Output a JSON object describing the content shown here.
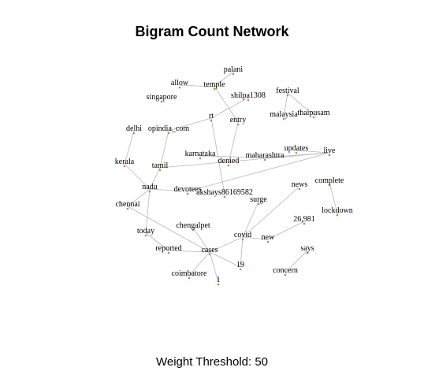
{
  "title": "Bigram Count Network",
  "caption": "Weight Threshold: 50",
  "colors": {
    "edge": "#b8b8b8",
    "node": "#e08020",
    "text": "#000000"
  },
  "nodes": [
    {
      "id": "palani",
      "label": "palani"
    },
    {
      "id": "allow",
      "label": "allow"
    },
    {
      "id": "temple",
      "label": "temple"
    },
    {
      "id": "festival",
      "label": "festival"
    },
    {
      "id": "singapore",
      "label": "singapore"
    },
    {
      "id": "shilpa1308",
      "label": "shilpa1308"
    },
    {
      "id": "malaysia",
      "label": "malaysia"
    },
    {
      "id": "thaipusam",
      "label": "thaipusam"
    },
    {
      "id": "rt",
      "label": "rt"
    },
    {
      "id": "entry",
      "label": "entry"
    },
    {
      "id": "delhi",
      "label": "delhi"
    },
    {
      "id": "opindia_com",
      "label": "opindia_com"
    },
    {
      "id": "updates",
      "label": "updates"
    },
    {
      "id": "live",
      "label": "live"
    },
    {
      "id": "karnataka",
      "label": "karnataka"
    },
    {
      "id": "maharashtra",
      "label": "maharashtra"
    },
    {
      "id": "kerala",
      "label": "kerala"
    },
    {
      "id": "denied",
      "label": "denied"
    },
    {
      "id": "tamil",
      "label": "tamil"
    },
    {
      "id": "complete",
      "label": "complete"
    },
    {
      "id": "nadu",
      "label": "nadu"
    },
    {
      "id": "news",
      "label": "news"
    },
    {
      "id": "devotees",
      "label": "devotees"
    },
    {
      "id": "akshays86169582",
      "label": "akshays86169582"
    },
    {
      "id": "chennai",
      "label": "chennai"
    },
    {
      "id": "surge",
      "label": "surge"
    },
    {
      "id": "lockdown",
      "label": "lockdown"
    },
    {
      "id": "26_981",
      "label": "26,981"
    },
    {
      "id": "chengalpet",
      "label": "chengalpet"
    },
    {
      "id": "today",
      "label": "today"
    },
    {
      "id": "covid",
      "label": "covid"
    },
    {
      "id": "new",
      "label": "new"
    },
    {
      "id": "says",
      "label": "says"
    },
    {
      "id": "reported",
      "label": "reported"
    },
    {
      "id": "cases",
      "label": "cases"
    },
    {
      "id": "19",
      "label": "19"
    },
    {
      "id": "concern",
      "label": "concern"
    },
    {
      "id": "coimbatore",
      "label": "coimbatore"
    },
    {
      "id": "1",
      "label": "1"
    }
  ],
  "edges": [
    [
      "palani",
      "temple"
    ],
    [
      "allow",
      "temple"
    ],
    [
      "temple",
      "entry"
    ],
    [
      "festival",
      "malaysia"
    ],
    [
      "festival",
      "thaipusam"
    ],
    [
      "shilpa1308",
      "rt"
    ],
    [
      "rt",
      "opindia_com"
    ],
    [
      "rt",
      "akshays86169582"
    ],
    [
      "opindia_com",
      "tamil"
    ],
    [
      "entry",
      "denied"
    ],
    [
      "delhi",
      "kerala"
    ],
    [
      "kerala",
      "nadu"
    ],
    [
      "karnataka",
      "maharashtra"
    ],
    [
      "maharashtra",
      "live"
    ],
    [
      "updates",
      "live"
    ],
    [
      "tamil",
      "nadu"
    ],
    [
      "tamil",
      "live"
    ],
    [
      "nadu",
      "chennai"
    ],
    [
      "nadu",
      "devotees"
    ],
    [
      "nadu",
      "today"
    ],
    [
      "devotees",
      "live"
    ],
    [
      "chennai",
      "cases"
    ],
    [
      "today",
      "reported"
    ],
    [
      "reported",
      "cases"
    ],
    [
      "chengalpet",
      "cases"
    ],
    [
      "cases",
      "coimbatore"
    ],
    [
      "cases",
      "1"
    ],
    [
      "cases",
      "19"
    ],
    [
      "covid",
      "19"
    ],
    [
      "covid",
      "cases"
    ],
    [
      "covid",
      "surge"
    ],
    [
      "covid",
      "news"
    ],
    [
      "covid",
      "new"
    ],
    [
      "new",
      "26_981"
    ],
    [
      "complete",
      "lockdown"
    ],
    [
      "says",
      "concern"
    ]
  ]
}
